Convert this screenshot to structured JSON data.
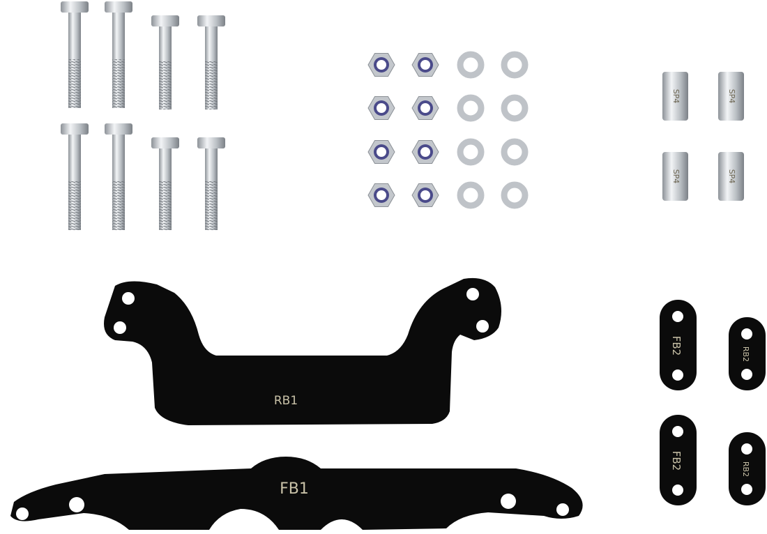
{
  "parts": {
    "rear_bracket_label": "RB1",
    "front_bar_label": "FB1",
    "front_plate_labels": [
      "FB2",
      "FB2"
    ],
    "rear_plate_labels": [
      "RB2",
      "RB2"
    ],
    "spacer_labels": [
      "SP4",
      "SP4",
      "SP4",
      "SP4"
    ]
  },
  "counts": {
    "bolts": 8,
    "lock_nuts": 8,
    "washers": 8,
    "spacers": 4
  },
  "colors": {
    "bracket": "#0d0d0d",
    "steel": "#c8ccd0",
    "nylon_insert": "#4a4a8a"
  }
}
